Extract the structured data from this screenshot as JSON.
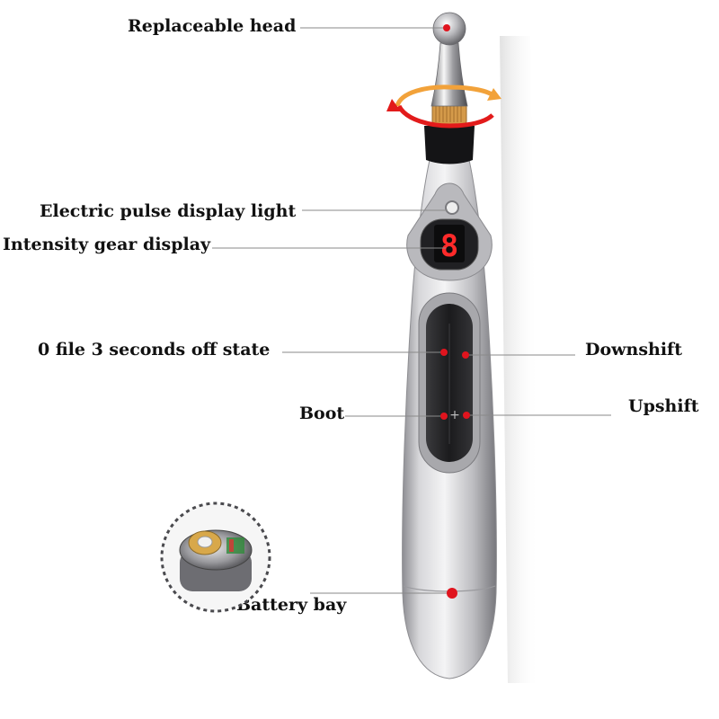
{
  "labels": {
    "replaceable_head": "Replaceable head",
    "pulse_light": "Electric pulse display light",
    "intensity_display": "Intensity gear display",
    "off_state": "0 file 3 seconds off state",
    "downshift": "Downshift",
    "boot": "Boot",
    "upshift": "Upshift",
    "battery_bay": "Battery bay"
  },
  "display": {
    "digit": "8"
  },
  "buttons": {
    "plus": "+"
  },
  "colors": {
    "body_silver": "#c9c9cc",
    "panel_dark": "#1c1c1e",
    "marker_red": "#e0141e",
    "digit_red": "#ff2a2a",
    "ring_gold": "#d49a4a",
    "arrow_red": "#e21b1b",
    "arrow_orange": "#f2a23a"
  },
  "icons": [
    "rotation-arrows-icon",
    "battery-icon"
  ]
}
